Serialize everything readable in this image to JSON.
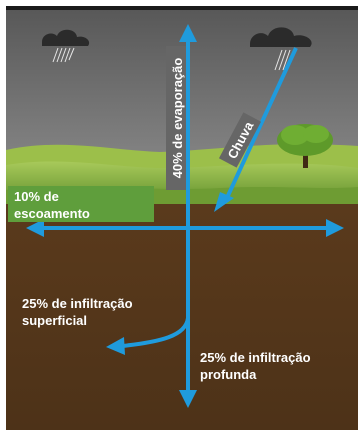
{
  "labels": {
    "evaporation": "40% de evaporação",
    "rain": "Chuva",
    "runoff_line1": "10% de",
    "runoff_line2": "escoamento",
    "shallow_line1": "25% de infiltração",
    "shallow_line2": "superficial",
    "deep_line1": "25% de infiltração",
    "deep_line2": "profunda"
  },
  "colors": {
    "sky_top": "#5c5c5c",
    "sky_bottom": "#bdbdbd",
    "soil": "#5e3d1e",
    "grass": "#7aa43a",
    "arrow": "#1f9bdd",
    "runoff_box": "#5f9e3c",
    "label_box": "#666666",
    "text_light": "#ffffff"
  },
  "icons": {
    "clouds": [
      "cloud-rain-icon",
      "cloud-rain-icon"
    ],
    "tree": "tree-icon"
  }
}
